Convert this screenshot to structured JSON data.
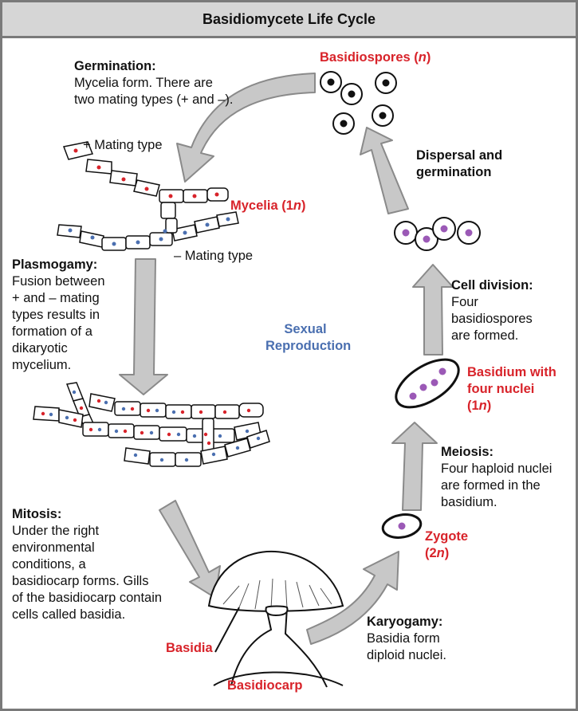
{
  "title": "Basidiomycete Life Cycle",
  "center_label": [
    "Sexual",
    "Reproduction"
  ],
  "stages": {
    "germination": {
      "heading": "Germination:",
      "body": [
        "Mycelia form. There are",
        "two mating types (+ and –)."
      ]
    },
    "plasmogamy": {
      "heading": "Plasmogamy:",
      "body": [
        "Fusion between",
        "+ and – mating",
        "types results in",
        "formation of a",
        "dikaryotic",
        "mycelium."
      ]
    },
    "mitosis": {
      "heading": "Mitosis:",
      "body": [
        "Under the right",
        "environmental",
        "conditions, a",
        "basidiocarp forms. Gills",
        "of the basidiocarp contain",
        "cells called basidia."
      ]
    },
    "karyogamy": {
      "heading": "Karyogamy:",
      "body": [
        "Basidia form",
        "diploid nuclei."
      ]
    },
    "meiosis": {
      "heading": "Meiosis:",
      "body": [
        "Four haploid nuclei",
        "are formed in the",
        "basidium."
      ]
    },
    "cell_division": {
      "heading": "Cell division:",
      "body": [
        "Four",
        "basidiospores",
        "are formed."
      ]
    },
    "dispersal": {
      "heading_lines": [
        "Dispersal and",
        "germination"
      ]
    }
  },
  "labels": {
    "basidiospores": {
      "main": "Basidiospores (",
      "italic": "n",
      "end": ")"
    },
    "mycelia": {
      "main": "Mycelia (1",
      "italic": "n",
      "end": ")"
    },
    "plus_mating": "+ Mating type",
    "minus_mating": "– Mating type",
    "basidium": {
      "lines": [
        "Basidium with",
        "four nuclei"
      ],
      "main": "(1",
      "italic": "n",
      "end": ")"
    },
    "zygote": {
      "line1": "Zygote",
      "main": "(2",
      "italic": "n",
      "end": ")"
    },
    "basidia": "Basidia",
    "basidiocarp": "Basidiocarp"
  },
  "colors": {
    "red": "#d8232a",
    "blue": "#4a6fb0",
    "purple": "#9b59b6",
    "arrow_fill": "#c8c8c8",
    "arrow_stroke": "#8a8a8a",
    "frame": "#7a7a7a"
  }
}
